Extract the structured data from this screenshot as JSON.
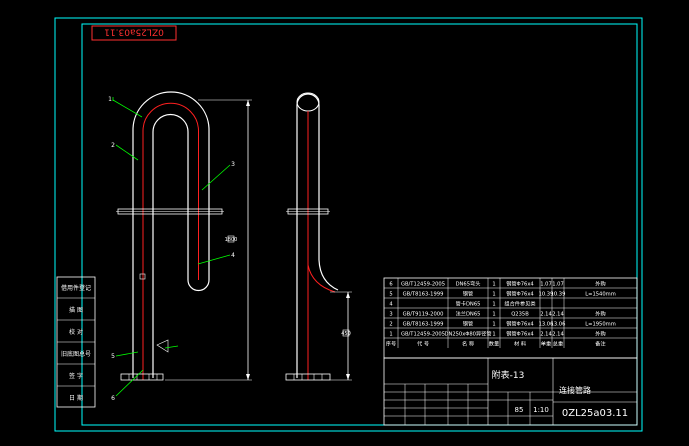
{
  "title_box": {
    "text": "0ZL25a03.11"
  },
  "drawing": {
    "part_label": "附表-13",
    "drawing_name": "连接管路",
    "drawing_number": "0ZL25a03.11",
    "scale": "1:10",
    "weight": "85"
  },
  "side_labels": [
    "借用件登记",
    "描 图",
    "校 对",
    "旧底图总号",
    "签 字",
    "日 期"
  ],
  "bom": {
    "header": [
      "序号",
      "代 号",
      "名 称",
      "数量",
      "材 料",
      "单重",
      "总重",
      "备注"
    ],
    "rows": [
      [
        "6",
        "GB/T12459-2005",
        "DN65弯头",
        "1",
        "钢管Φ76x4",
        "1.07",
        "1.07",
        "外购"
      ],
      [
        "5",
        "GB/T8163-1999",
        "钢管",
        "1",
        "钢管Φ76x4",
        "10.39",
        "10.39",
        "L=1540mm"
      ],
      [
        "4",
        "",
        "管卡DN65",
        "1",
        "组合件参见类",
        "",
        "",
        ""
      ],
      [
        "3",
        "GB/T9119-2000",
        "法兰DN65",
        "1",
        "Q235B",
        "2.14",
        "2.14",
        "外购"
      ],
      [
        "2",
        "GB/T8163-1999",
        "钢管",
        "1",
        "钢管Φ76x4",
        "13.06",
        "13.06",
        "L=1950mm"
      ],
      [
        "1",
        "GB/T12459-2005",
        "DN250xΦ80异径管",
        "1",
        "钢管Φ76x4",
        "2.14",
        "2.14",
        "外购"
      ]
    ]
  },
  "callouts": [
    "1",
    "2",
    "3",
    "4",
    "5",
    "6"
  ],
  "dimensions": {
    "main_height": "1800",
    "side_height": "450"
  },
  "colors": {
    "frame": "#00ffff",
    "outline": "#ffffff",
    "centerline": "#ff2020",
    "leader": "#00ff00",
    "title_text": "#ff3030"
  }
}
